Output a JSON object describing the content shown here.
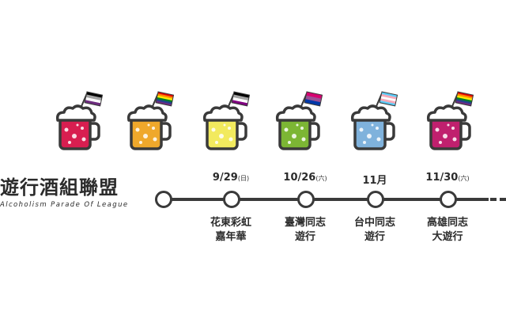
{
  "brand": {
    "title": "遊行酒組聯盟",
    "subtitle": "Alcoholism Parade Of League"
  },
  "drinks": [
    {
      "liquid": "#d81e50",
      "flag": [
        "#000000",
        "#a3a3a3",
        "#ffffff",
        "#6e2c80"
      ]
    },
    {
      "liquid": "#efa82b",
      "flag": [
        "#e40303",
        "#ff8c00",
        "#ffed00",
        "#008026",
        "#24408e",
        "#732982"
      ]
    },
    {
      "liquid": "#f2ea5e",
      "flag": [
        "#000000",
        "#a3a3a3",
        "#ffffff",
        "#800080"
      ]
    },
    {
      "liquid": "#7cb634",
      "flag": [
        "#d60270",
        "#9b4f96",
        "#0038a8"
      ]
    },
    {
      "liquid": "#7fb2dc",
      "flag": [
        "#5bcefa",
        "#f5a9b8",
        "#ffffff",
        "#f5a9b8",
        "#5bcefa"
      ]
    },
    {
      "liquid": "#c0206e",
      "flag": [
        "#e40303",
        "#ff8c00",
        "#ffed00",
        "#008026",
        "#24408e",
        "#732982"
      ]
    }
  ],
  "timeline": [
    {
      "date": "9/29",
      "weekday": "(日)",
      "event": [
        "花東彩虹",
        "嘉年華"
      ]
    },
    {
      "date": "10/26",
      "weekday": "(六)",
      "event": [
        "臺灣同志",
        "遊行"
      ]
    },
    {
      "date": "11月",
      "weekday": "",
      "event": [
        "台中同志",
        "遊行"
      ]
    },
    {
      "date": "11/30",
      "weekday": "(六)",
      "event": [
        "高雄同志",
        "大遊行"
      ]
    }
  ],
  "colors": {
    "line": "#3a3a3a",
    "foam": "#ffffff",
    "outline": "#3a3a3a"
  }
}
